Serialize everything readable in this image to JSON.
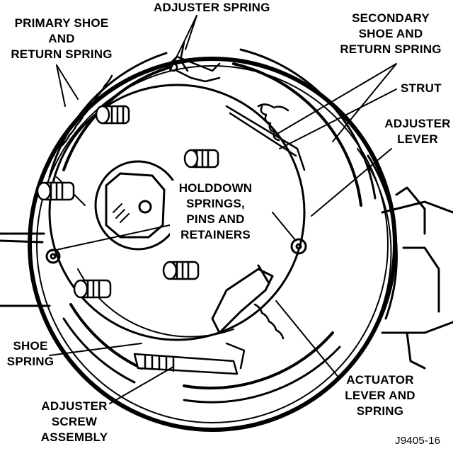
{
  "labels": {
    "adjuster_spring": "ADJUSTER SPRING",
    "primary_shoe": [
      "PRIMARY SHOE",
      "AND",
      "RETURN SPRING"
    ],
    "secondary_shoe": [
      "SECONDARY",
      "SHOE AND",
      "RETURN SPRING"
    ],
    "strut": "STRUT",
    "adjuster_lever": [
      "ADJUSTER",
      "LEVER"
    ],
    "holddown": [
      "HOLDDOWN",
      "SPRINGS,",
      "PINS AND",
      "RETAINERS"
    ],
    "shoe_spring": [
      "SHOE",
      "SPRING"
    ],
    "adjuster_screw": [
      "ADJUSTER",
      "SCREW",
      "ASSEMBLY"
    ],
    "actuator": [
      "ACTUATOR",
      "LEVER AND",
      "SPRING"
    ],
    "figure_id": "J9405-16"
  },
  "colors": {
    "ink": "#000000",
    "paper": "#ffffff"
  }
}
